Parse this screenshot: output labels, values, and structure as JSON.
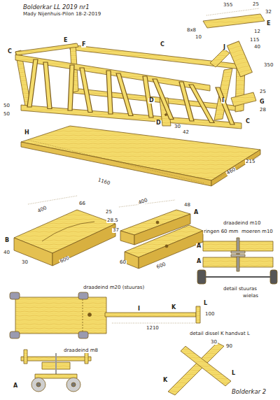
{
  "diagram": {
    "labels": [
      "Bolderkar LL 2019 nr1",
      "Mady Nijenhuis-Pilon 18-2-2019",
      "C",
      "E",
      "F",
      "C",
      "C",
      "D",
      "D",
      "30",
      "42",
      "I",
      "50",
      "50",
      "H",
      "1160",
      "460",
      "215",
      "355",
      "25",
      "32",
      "8x8",
      "10",
      "E",
      "12",
      "115",
      "40",
      "J",
      "350",
      "25",
      "G",
      "28",
      "400",
      "66",
      "25",
      "28.5",
      "B",
      "600",
      "30",
      "40",
      "400",
      "48",
      "A",
      "37",
      "600",
      "60",
      "draadeind m10",
      "ringen 60 mm",
      "moeren m10",
      "A",
      "A",
      "detail stuuras",
      "wielas",
      "draadeind m20 (stuuras)",
      "I",
      "K",
      "L",
      "1210",
      "100",
      "draadeind m8",
      "A",
      "detail dissel K handvat L",
      "K",
      "L",
      "30",
      "90",
      "Bolderkar 2"
    ]
  }
}
